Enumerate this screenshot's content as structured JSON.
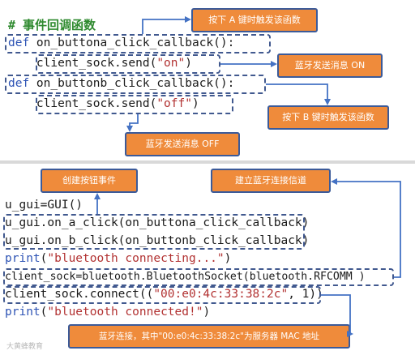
{
  "top": {
    "comment": "# 事件回调函数",
    "lines": [
      {
        "kw": "def ",
        "rest": "on_buttona_click_callback():"
      },
      {
        "indent": "    ",
        "pre": "client_sock.send(",
        "str": "\"on\"",
        "post": ")"
      },
      {
        "kw": "def ",
        "rest": "on_buttonb_click_callback():"
      },
      {
        "indent": "    ",
        "pre": "client_sock.send(",
        "str": "\"off\"",
        "post": ")"
      }
    ],
    "callouts": {
      "press_a": "按下 A 键时触发该函数",
      "send_on": "蓝牙发送消息  ON",
      "press_b": "按下 B 键时触发该函数",
      "send_off": "蓝牙发送消息  OFF"
    }
  },
  "bottom": {
    "lines": {
      "gui": "u_gui=GUI()",
      "a_click": "u_gui.on_a_click(on_buttona_click_callback)",
      "b_click": "u_gui.on_b_click(on_buttonb_click_callback)",
      "print1_fn": "print",
      "print1_str": "\"bluetooth connecting...\"",
      "sock": "client_sock=bluetooth.BluetoothSocket(bluetooth.RFCOMM )",
      "connect_pre": "client_sock.connect((",
      "connect_str": "\"00:e0:4c:33:38:2c\"",
      "connect_post": ", 1))",
      "print2_fn": "print",
      "print2_str": "\"bluetooth connected!\""
    },
    "callouts": {
      "create_event": "创建按钮事件",
      "build_channel": "建立蓝牙连接信道",
      "connect_info": "蓝牙连接，其中\"00:e0:4c:33:38:2c\"为服务器 MAC 地址"
    }
  },
  "watermark": "大黄蜂教育",
  "colors": {
    "callout_fill": "#ef8b3b",
    "callout_border": "#3b5a99",
    "arrow": "#4472c4",
    "keyword": "#2e54b5",
    "string": "#b23232",
    "comment": "#2f8a2f"
  }
}
